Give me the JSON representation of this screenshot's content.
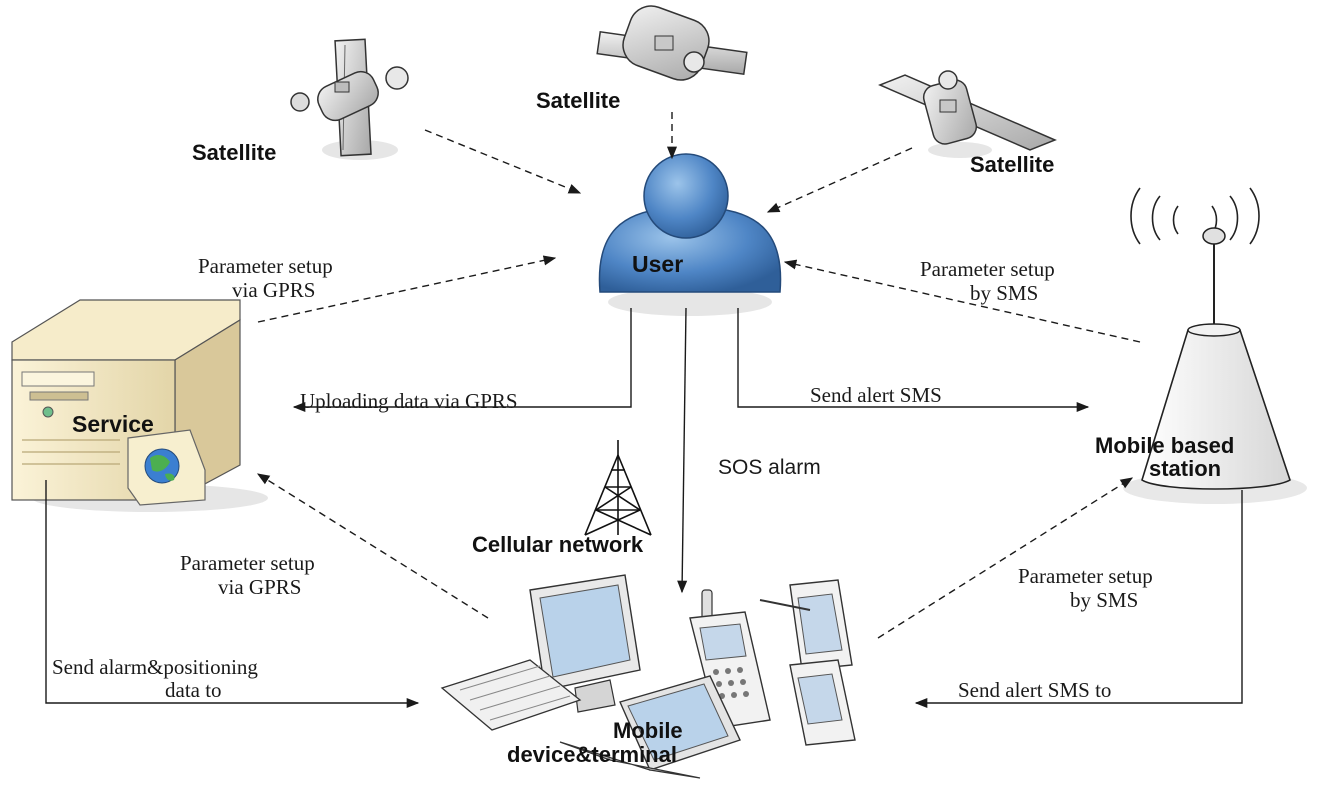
{
  "nodes": {
    "satellite_left": "Satellite",
    "satellite_center": "Satellite",
    "satellite_right": "Satellite",
    "user": "User",
    "service": "Service",
    "cellular": "Cellular network",
    "mobile_station": [
      "Mobile based",
      "station"
    ],
    "mobile_device": [
      "Mobile",
      "device&terminal"
    ]
  },
  "edges": {
    "param_gprs_top": [
      "Parameter setup",
      "via GPRS"
    ],
    "param_sms_top": [
      "Parameter setup",
      "by SMS"
    ],
    "upload_gprs": "Uploading data via GPRS",
    "send_alert_sms": "Send alert SMS",
    "sos_alarm": "SOS alarm",
    "param_gprs_bottom": [
      "Parameter setup",
      "via GPRS"
    ],
    "param_sms_bottom": [
      "Parameter setup",
      "by SMS"
    ],
    "send_alarm_positioning": [
      "Send alarm&positioning",
      "data to"
    ],
    "send_alert_sms_to": "Send alert SMS to"
  }
}
